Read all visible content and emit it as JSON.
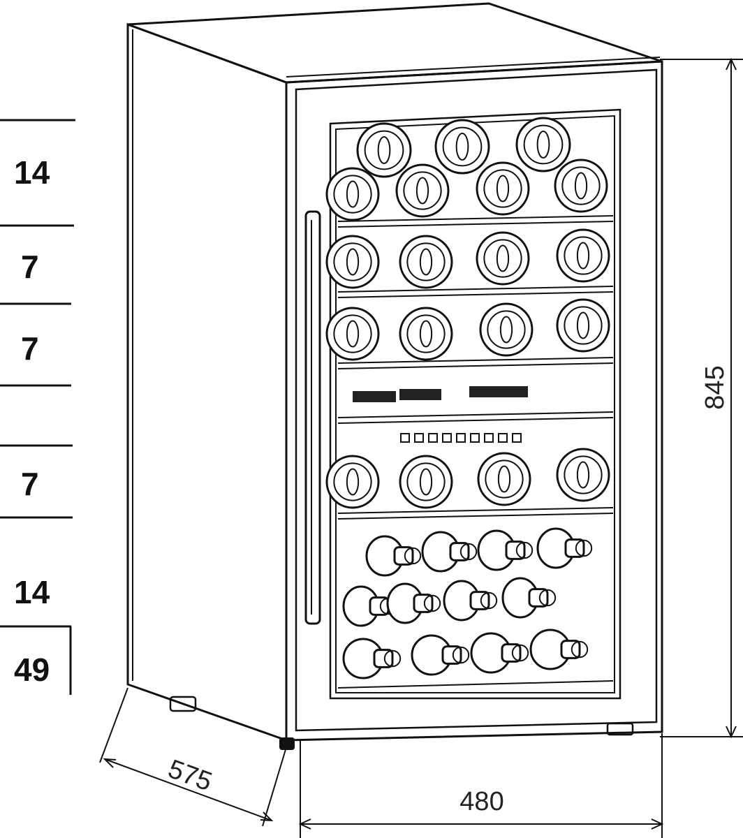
{
  "capacity_column": {
    "sections": [
      "14",
      "7",
      "7",
      "7",
      "14"
    ],
    "total": "49"
  },
  "dimensions": {
    "height": "845",
    "width": "480",
    "depth": "575"
  },
  "colors": {
    "line": "#111111",
    "background": "#ffffff",
    "control_panel": "#222222"
  }
}
